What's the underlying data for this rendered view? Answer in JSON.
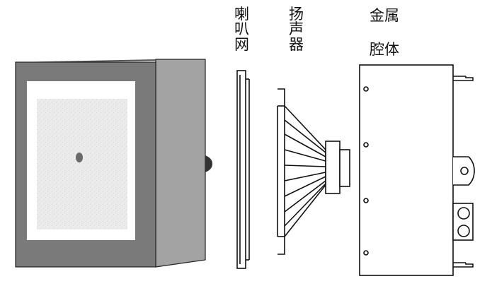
{
  "labels": {
    "grille": [
      "喇",
      "叭",
      "网"
    ],
    "speaker": [
      "扬",
      "声",
      "器"
    ],
    "cavity_line1": "金属",
    "cavity_line2": "腔体"
  },
  "colors": {
    "box_dark": "#7a7a7a",
    "box_side": "#a3a3a3",
    "frame_white": "#ffffff",
    "grille_light": "#e9e9e9",
    "outline": "#111111"
  }
}
